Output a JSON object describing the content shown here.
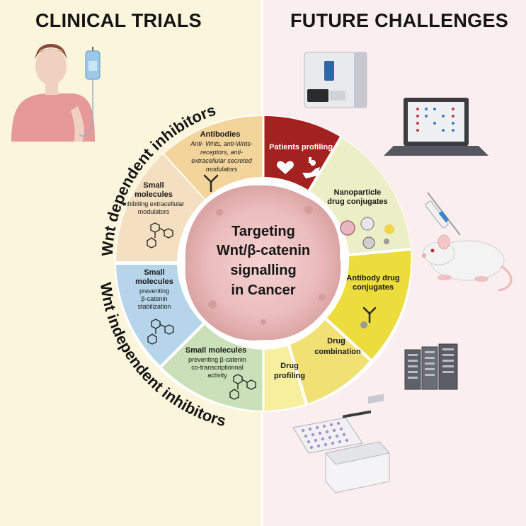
{
  "headings": {
    "left": "CLINICAL TRIALS",
    "right": "FUTURE CHALLENGES"
  },
  "center": {
    "line1": "Targeting",
    "line2": "Wnt/β-catenin",
    "line3": "signalling",
    "line4": "in Cancer"
  },
  "arc_labels": {
    "upper": "Wnt dependent inhibitors",
    "lower": "Wnt independent inhibitors"
  },
  "segments": {
    "antibodies": {
      "title": "Antibodies",
      "sub1": "Anti- Wnts, anti-Wnts-",
      "sub2": "receptors, anti-",
      "sub3": "extracellular secreted",
      "sub4": "modulators",
      "color": "#f3d49a"
    },
    "small_extracellular": {
      "title1": "Small",
      "title2": "molecules",
      "sub1": "inhibiting extracellular",
      "sub2": "modulators",
      "color": "#f4e0c0"
    },
    "small_stabilization": {
      "title1": "Small",
      "title2": "molecules",
      "sub1": "preventing",
      "sub2": "β-catenin",
      "sub3": "stabilization",
      "color": "#b7d5ea"
    },
    "small_cotranscription": {
      "title": "Small molecules",
      "sub1": "preventing β-catenin",
      "sub2": "co-transcriptionnal",
      "sub3": "activity",
      "color": "#c9e0b8"
    },
    "patients_profiling": {
      "title": "Patients profiling",
      "color": "#a3211e"
    },
    "nanoparticle": {
      "title1": "Nanoparticle",
      "title2": "drug conjugates",
      "color": "#ecefc6"
    },
    "antibody_drug": {
      "title1": "Antibody drug",
      "title2": "conjugates",
      "color": "#ecdc3c"
    },
    "drug_combination": {
      "title1": "Drug",
      "title2": "combination",
      "color": "#f1e175"
    },
    "drug_profiling": {
      "title1": "Drug",
      "title2": "profiling",
      "color": "#f7ee9e"
    }
  },
  "colors": {
    "left_background": "#fbf5dc",
    "right_background": "#fbeeee",
    "cell": "#e9b9b9"
  },
  "icons": [
    "patient-icon",
    "iv-bag-icon",
    "sequencer-icon",
    "laptop-icon",
    "syringe-icon",
    "mouse-icon",
    "server-icon",
    "well-plate-icon",
    "plate-reader-icon",
    "antibody-icon",
    "molecule-icon",
    "heart-hand-icon",
    "nanoparticle-icon",
    "cancer-cell-icon"
  ]
}
